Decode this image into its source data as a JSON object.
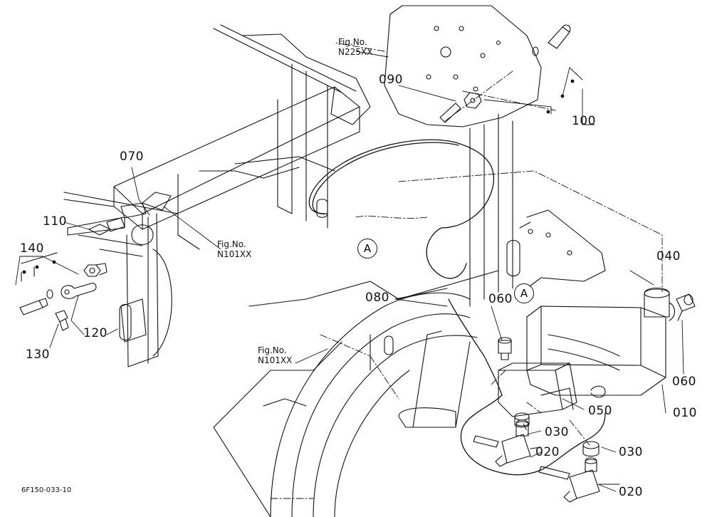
{
  "figure_refs": [
    {
      "title": "Fig.No.",
      "code": "N225XX"
    },
    {
      "title": "Fig.No.",
      "code": "N101XX"
    },
    {
      "title": "Fig.No.",
      "code": "N101XX"
    }
  ],
  "detail_markers": [
    "A",
    "A"
  ],
  "part_callouts": [
    "010",
    "020",
    "020",
    "030",
    "030",
    "040",
    "050",
    "060",
    "060",
    "070",
    "080",
    "090",
    "100",
    "110",
    "120",
    "130",
    "140"
  ],
  "drawing_code": "6F150-033-10"
}
